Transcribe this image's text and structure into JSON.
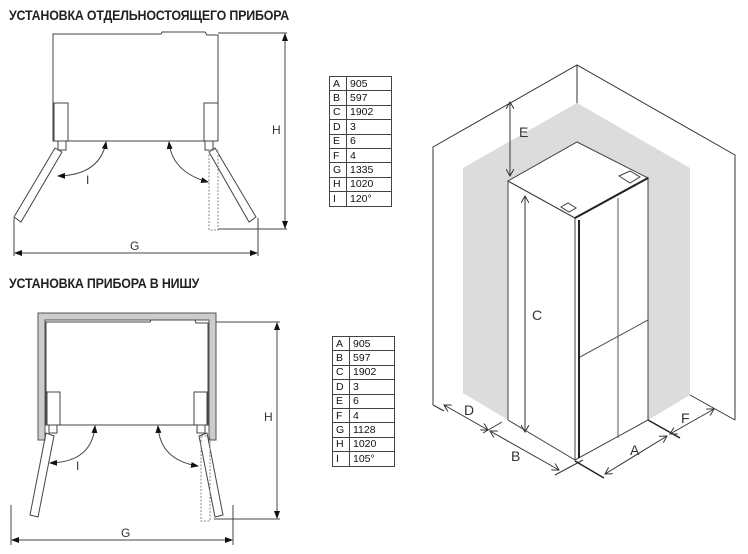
{
  "sections": {
    "freestanding_title": "УСТАНОВКА  ОТДЕЛЬНОСТОЯЩЕГО ПРИБОРА",
    "niche_title": "УСТАНОВКА ПРИБОРА В НИШУ"
  },
  "top_diagram": {
    "h_label": "H",
    "g_label": "G",
    "i_label": "I"
  },
  "bottom_diagram": {
    "h_label": "H",
    "g_label": "G",
    "i_label": "I"
  },
  "iso_diagram": {
    "labels": {
      "a": "A",
      "b": "B",
      "c": "C",
      "d": "D",
      "e": "E",
      "f": "F"
    }
  },
  "freestanding_table": [
    {
      "key": "A",
      "value": "905"
    },
    {
      "key": "B",
      "value": "597"
    },
    {
      "key": "C",
      "value": "1902"
    },
    {
      "key": "D",
      "value": "3"
    },
    {
      "key": "E",
      "value": "6"
    },
    {
      "key": "F",
      "value": "4"
    },
    {
      "key": "G",
      "value": "1335"
    },
    {
      "key": "H",
      "value": "1020"
    },
    {
      "key": "I",
      "value": "120°"
    }
  ],
  "niche_table": [
    {
      "key": "A",
      "value": "905"
    },
    {
      "key": "B",
      "value": "597"
    },
    {
      "key": "C",
      "value": "1902"
    },
    {
      "key": "D",
      "value": "3"
    },
    {
      "key": "E",
      "value": "6"
    },
    {
      "key": "F",
      "value": "4"
    },
    {
      "key": "G",
      "value": "1128"
    },
    {
      "key": "H",
      "value": "1020"
    },
    {
      "key": "I",
      "value": "105°"
    }
  ]
}
